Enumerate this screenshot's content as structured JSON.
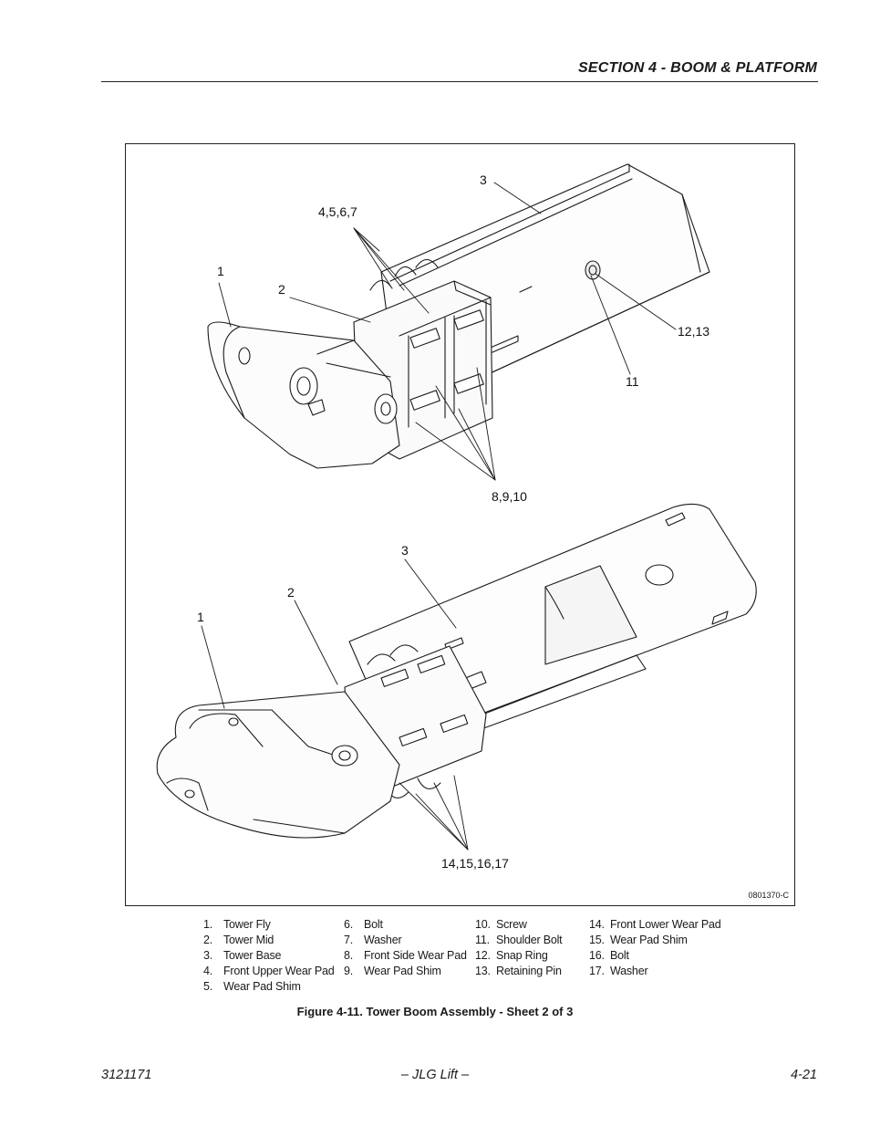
{
  "header": {
    "section_title": "SECTION 4 - BOOM & PLATFORM"
  },
  "figure": {
    "drawing_id": "0801370-C",
    "callouts_top": {
      "c1": "1",
      "c2": "2",
      "c3": "3",
      "c4567": "4,5,6,7",
      "c1213": "12,13",
      "c11": "11",
      "c8910": "8,9,10"
    },
    "callouts_bottom": {
      "c1": "1",
      "c2": "2",
      "c3": "3",
      "c14151617": "14,15,16,17"
    }
  },
  "legend": {
    "col1": [
      {
        "num": "1.",
        "label": "Tower Fly"
      },
      {
        "num": "2.",
        "label": "Tower Mid"
      },
      {
        "num": "3.",
        "label": "Tower Base"
      },
      {
        "num": "4.",
        "label": "Front Upper Wear Pad"
      },
      {
        "num": "5.",
        "label": "Wear Pad Shim"
      }
    ],
    "col2": [
      {
        "num": "6.",
        "label": "Bolt"
      },
      {
        "num": "7.",
        "label": "Washer"
      },
      {
        "num": "8.",
        "label": "Front Side Wear Pad"
      },
      {
        "num": "9.",
        "label": "Wear Pad Shim"
      }
    ],
    "col3": [
      {
        "num": "10.",
        "label": "Screw"
      },
      {
        "num": "11.",
        "label": "Shoulder Bolt"
      },
      {
        "num": "12.",
        "label": "Snap Ring"
      },
      {
        "num": "13.",
        "label": "Retaining Pin"
      }
    ],
    "col4": [
      {
        "num": "14.",
        "label": "Front Lower Wear Pad"
      },
      {
        "num": "15.",
        "label": "Wear Pad Shim"
      },
      {
        "num": "16.",
        "label": "Bolt"
      },
      {
        "num": "17.",
        "label": "Washer"
      }
    ]
  },
  "caption": "Figure 4-11.  Tower Boom Assembly - Sheet 2 of 3",
  "footer": {
    "doc_number": "3121171",
    "brand": "– JLG Lift –",
    "page": "4-21"
  }
}
